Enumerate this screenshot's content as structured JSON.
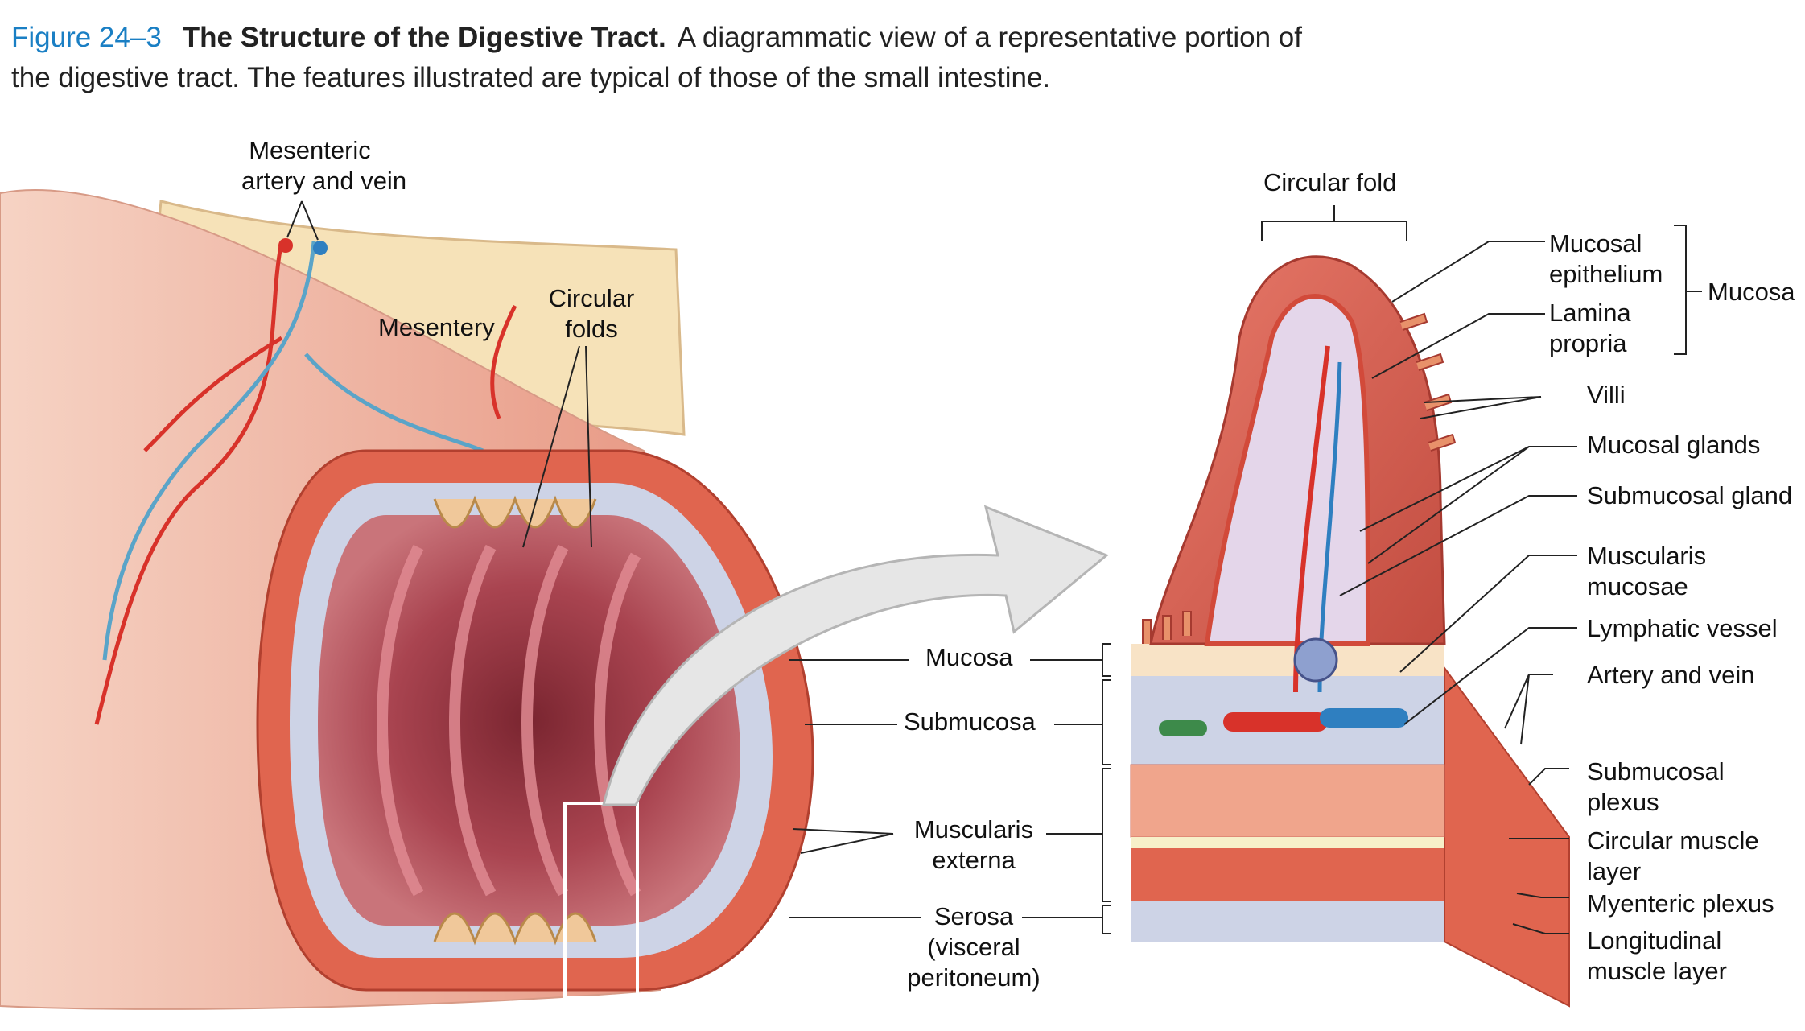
{
  "caption": {
    "figure_number": "Figure 24–3",
    "title": "The Structure of the Digestive Tract.",
    "text_line1": "A diagrammatic view of a representative portion of",
    "text_line2": "the digestive tract. The features illustrated are typical of those of the small intestine."
  },
  "labels": {
    "mesenteric_1": "Mesenteric",
    "mesenteric_2": "artery and vein",
    "mesentery": "Mesentery",
    "circular_folds_1": "Circular",
    "circular_folds_2": "folds",
    "circular_fold": "Circular fold",
    "mucosal_epithelium_1": "Mucosal",
    "mucosal_epithelium_2": "epithelium",
    "lamina_propria_1": "Lamina",
    "lamina_propria_2": "propria",
    "mucosa_group": "Mucosa",
    "villi": "Villi",
    "mucosal_glands": "Mucosal glands",
    "submucosal_gland": "Submucosal gland",
    "muscularis_mucosae_1": "Muscularis",
    "muscularis_mucosae_2": "mucosae",
    "lymphatic_vessel": "Lymphatic vessel",
    "artery_and_vein": "Artery and vein",
    "submucosal_plexus_1": "Submucosal",
    "submucosal_plexus_2": "plexus",
    "circular_muscle_1": "Circular muscle",
    "circular_muscle_2": "layer",
    "myenteric_plexus": "Myenteric plexus",
    "longitudinal_muscle_1": "Longitudinal",
    "longitudinal_muscle_2": "muscle layer",
    "mucosa": "Mucosa",
    "submucosa": "Submucosa",
    "muscularis_externa_1": "Muscularis",
    "muscularis_externa_2": "externa",
    "serosa_1": "Serosa",
    "serosa_2": "(visceral",
    "serosa_3": "peritoneum)"
  },
  "colors": {
    "figure_number": "#1a7fc4",
    "muscle": "#e0654f",
    "mucosa": "#c85a5a",
    "submucosa": "#cdd3e6",
    "artery": "#d8322a",
    "vein": "#2f7fc0",
    "mesentery": "#f6e2b8"
  }
}
